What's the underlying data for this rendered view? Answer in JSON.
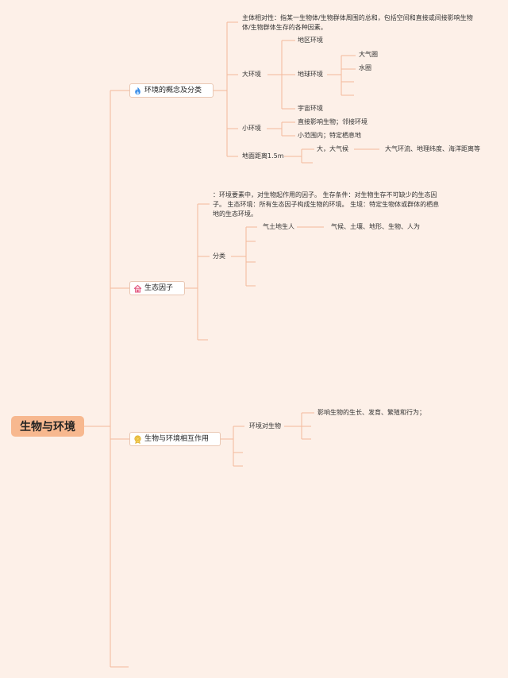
{
  "root": "生物与环境",
  "branch1": {
    "label": "环境的概念及分类",
    "definition": "主体相对性：指某一生物体/生物群体周围的总和，包括空间和直接或间接影响生物体/生物群体生存的各种因素。",
    "macro": {
      "label": "大环境",
      "items": [
        "地区环境",
        "地球环境",
        "宇宙环境"
      ],
      "earth": [
        "大气圈",
        "水圈"
      ]
    },
    "micro": {
      "label": "小环境",
      "items": [
        "直接影响生物；邻接环境",
        "小范围内；特定栖息地"
      ]
    },
    "distance": {
      "label": "地面距离1.5m",
      "item": "大，大气候",
      "detail": "大气环流、地理纬度、海洋距离等"
    }
  },
  "branch2": {
    "label": "生态因子",
    "definition": "：环境要素中，对生物起作用的因子。 生存条件：对生物生存不可缺少的生态因子。 生态环境：所有生态因子构成生物的环境。 生境：特定生物体或群体的栖息地的生态环境。",
    "classify": {
      "label": "分类",
      "item": "气土地生人",
      "detail": "气候、土壤、地形、生物、人为"
    }
  },
  "branch3": {
    "label": "生物与环境相互作用",
    "sub": {
      "label": "环境对生物",
      "item": "影响生物的生长、发育、繁殖和行为；"
    }
  },
  "colors": {
    "background": "#fdf0e8",
    "root_fill": "#f7b88f",
    "line": "#f3b99a",
    "node_border": "#e9c7b3"
  },
  "icons": [
    "flame-icon",
    "house-icon",
    "medal-icon"
  ]
}
